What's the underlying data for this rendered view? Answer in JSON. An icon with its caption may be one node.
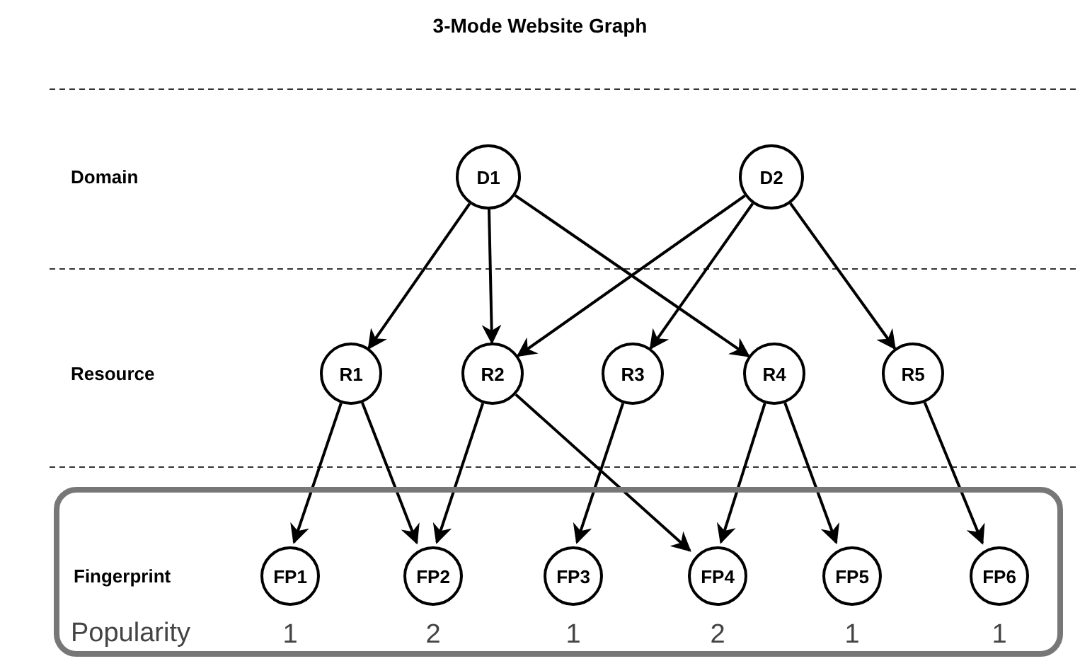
{
  "diagram": {
    "title": "3-Mode Website Graph",
    "nodes": [
      {
        "text": [
          "D1"
        ]
      },
      {
        "text": [
          "D2"
        ]
      },
      {
        "text": [
          "R1"
        ]
      },
      {
        "text": [
          "R2"
        ]
      },
      {
        "text": [
          "R3"
        ]
      },
      {
        "text": [
          "R4"
        ]
      },
      {
        "text": [
          "R5"
        ]
      },
      {
        "text": [
          "Fingerprint",
          "Popularity"
        ]
      },
      {
        "text": [
          "FP1"
        ],
        "in": 7,
        "beside": [
          "1"
        ]
      },
      {
        "text": [
          "FP2"
        ],
        "in": 7,
        "beside": [
          "2"
        ]
      },
      {
        "text": [
          "FP3"
        ],
        "in": 7,
        "beside": [
          "1"
        ]
      },
      {
        "text": [
          "FP4"
        ],
        "in": 7,
        "beside": [
          "2"
        ]
      },
      {
        "text": [
          "FP5"
        ],
        "in": 7,
        "beside": [
          "1"
        ]
      },
      {
        "text": [
          "FP6"
        ],
        "in": 7,
        "beside": [
          "1"
        ]
      }
    ],
    "edges": [
      {
        "from": 0,
        "to": 2,
        "arrow": "to"
      },
      {
        "from": 0,
        "to": 3,
        "arrow": "to"
      },
      {
        "from": 0,
        "to": 5,
        "arrow": "to"
      },
      {
        "from": 1,
        "to": 3,
        "arrow": "to"
      },
      {
        "from": 1,
        "to": 4,
        "arrow": "to"
      },
      {
        "from": 1,
        "to": 6,
        "arrow": "to"
      },
      {
        "from": 2,
        "to": 8,
        "arrow": "to"
      },
      {
        "from": 2,
        "to": 9,
        "arrow": "to"
      },
      {
        "from": 3,
        "to": 9,
        "arrow": "to"
      },
      {
        "from": 3,
        "to": 11,
        "arrow": "to"
      },
      {
        "from": 4,
        "to": 10,
        "arrow": "to"
      },
      {
        "from": 5,
        "to": 11,
        "arrow": "to"
      },
      {
        "from": 5,
        "to": 12,
        "arrow": "to"
      },
      {
        "from": 6,
        "to": 13,
        "arrow": "to"
      }
    ],
    "labels": [
      "Domain",
      "Resource"
    ]
  }
}
